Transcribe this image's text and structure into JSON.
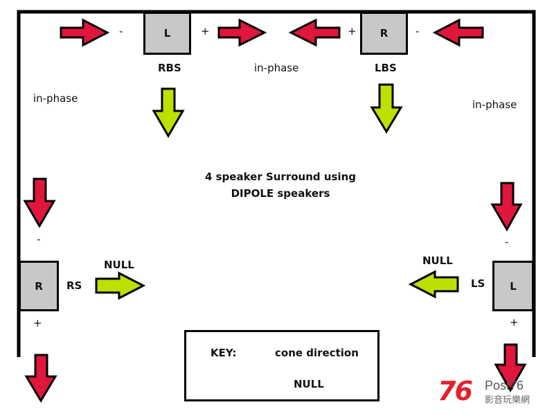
{
  "title_lines": [
    "4 speaker Surround using",
    "DIPOLE speakers"
  ],
  "speakers": {
    "top_left": {
      "letter": "L",
      "label": "RBS"
    },
    "top_right": {
      "letter": "R",
      "label": "LBS"
    },
    "side_left": {
      "letter": "R",
      "label": "RS"
    },
    "side_right": {
      "letter": "L",
      "label": "LS"
    }
  },
  "phase_labels": {
    "top_middle": "in-phase",
    "left": "in-phase",
    "right": "in-phase"
  },
  "signs": {
    "minus": "-",
    "plus": "+"
  },
  "null_label": "NULL",
  "key": {
    "title": "KEY:",
    "cone_label": "cone direction",
    "null_label": "NULL"
  },
  "logo": {
    "number": "76",
    "text": "Post76",
    "subtext": "影音玩樂網"
  },
  "colors": {
    "cone_arrow": "#e0163c",
    "null_arrow": "#bde000",
    "speaker": "#c8c8c8",
    "logo_red": "#e5202a"
  }
}
